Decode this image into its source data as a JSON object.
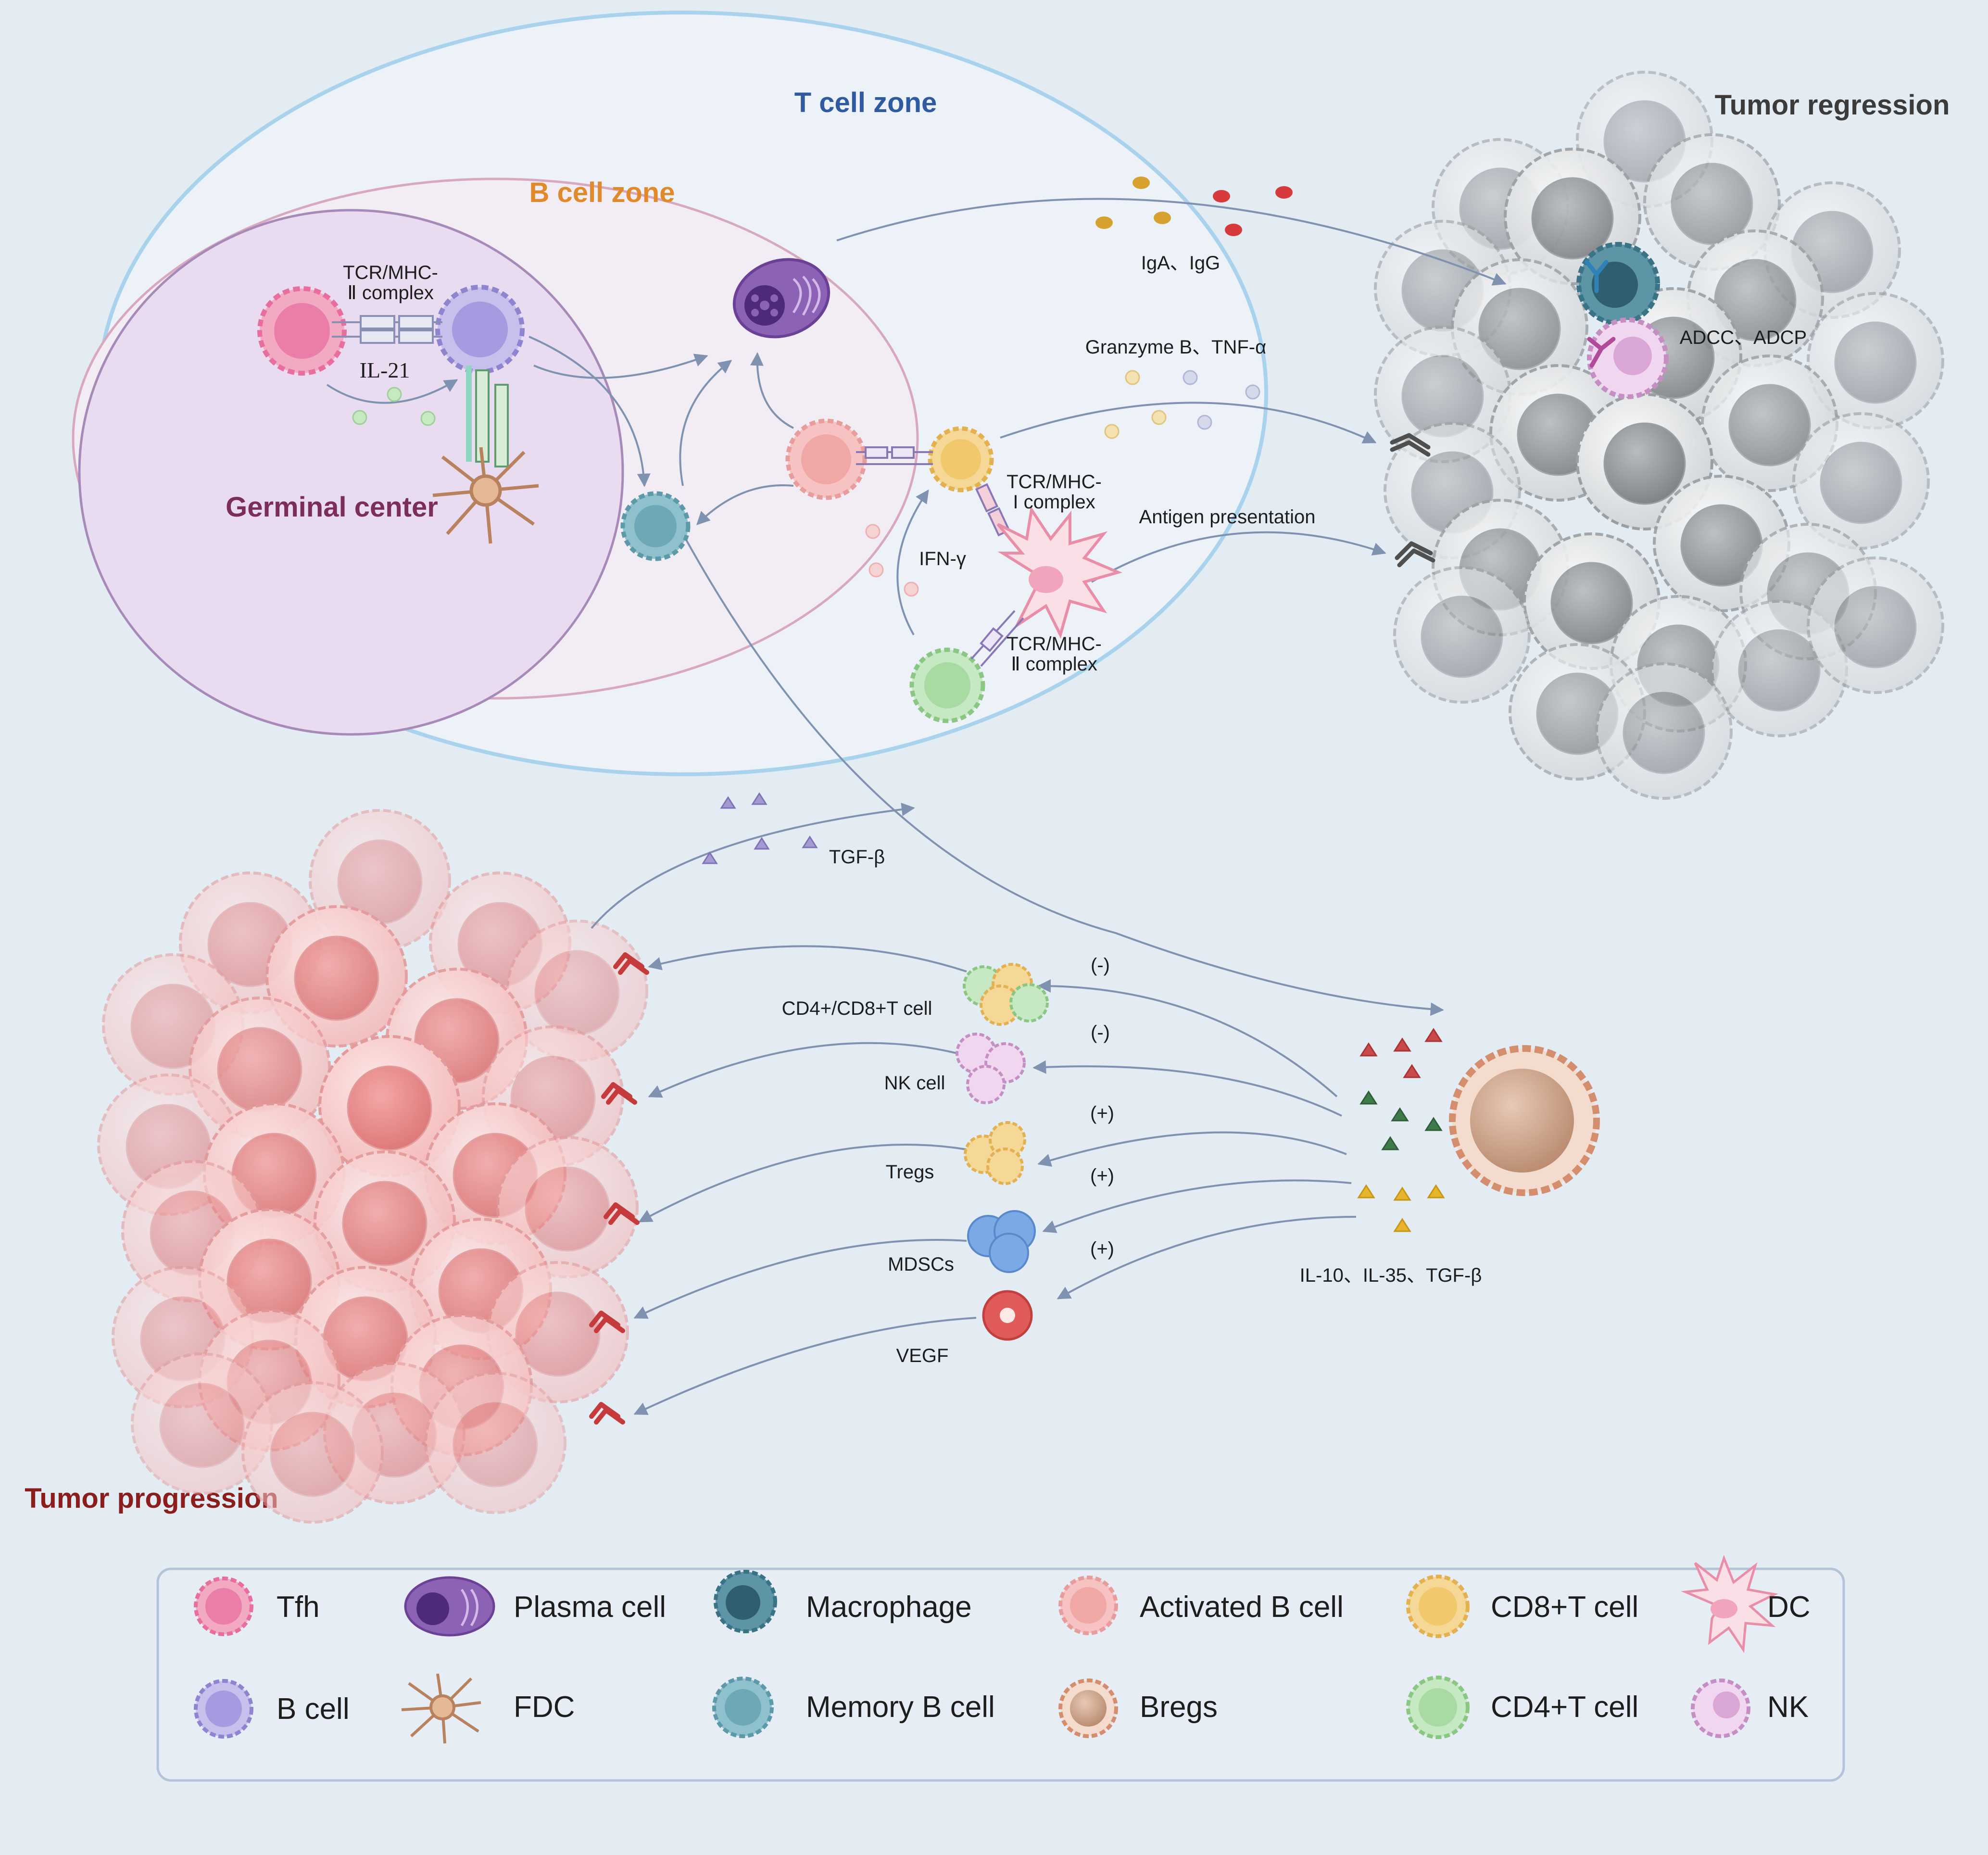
{
  "titles": {
    "t_cell_zone": "T cell zone",
    "b_cell_zone": "B cell zone",
    "germinal_center": "Germinal center",
    "tumor_regression": "Tumor regression",
    "tumor_progression": "Tumor progression"
  },
  "labels": {
    "tcr_mhc_ii_top_1": "TCR/MHC-",
    "tcr_mhc_ii_top_2": "Ⅱ complex",
    "il21": "IL-21",
    "iga_igg": "IgA、IgG",
    "granzyme": "Granzyme B、TNF-α",
    "tcr_mhc_i_1": "TCR/MHC-",
    "tcr_mhc_i_2": "I complex",
    "antigen_presentation": "Antigen presentation",
    "ifn": "IFN-γ",
    "tcr_mhc_ii_bottom_1": "TCR/MHC-",
    "tcr_mhc_ii_bottom_2": "Ⅱ complex",
    "adcc": "ADCC、ADCP",
    "tgf_beta": "TGF-β",
    "cd4_cd8": "CD4+/CD8+T cell",
    "nk_cell": "NK cell",
    "tregs": "Tregs",
    "mdscs": "MDSCs",
    "vegf": "VEGF",
    "il_cytokines": "IL-10、IL-35、TGF-β",
    "sign_1": "(-)",
    "sign_2": "(-)",
    "sign_3": "(+)",
    "sign_4": "(+)",
    "sign_5": "(+)"
  },
  "legend": {
    "items": [
      {
        "key": "tfh",
        "label": "Tfh"
      },
      {
        "key": "plasma",
        "label": "Plasma cell"
      },
      {
        "key": "macrophage",
        "label": "Macrophage"
      },
      {
        "key": "activated_b",
        "label": "Activated B  cell"
      },
      {
        "key": "cd8",
        "label": "CD8+T cell"
      },
      {
        "key": "dc",
        "label": "DC"
      },
      {
        "key": "b_cell",
        "label": "B cell"
      },
      {
        "key": "fdc",
        "label": "FDC"
      },
      {
        "key": "memory_b",
        "label": "Memory B  cell"
      },
      {
        "key": "bregs",
        "label": "Bregs"
      },
      {
        "key": "cd4",
        "label": "CD4+T  cell"
      },
      {
        "key": "nk",
        "label": "NK"
      }
    ]
  },
  "colors": {
    "background": "#e3ebf3",
    "t_cell_zone_title": "#2f5aa0",
    "b_cell_zone_title": "#e08a2c",
    "germinal_center_title": "#7b2d5c",
    "tumor_regression_title": "#3b3b3b",
    "tumor_progression_title": "#8b1d1d",
    "arrow": "#7f92b0"
  }
}
